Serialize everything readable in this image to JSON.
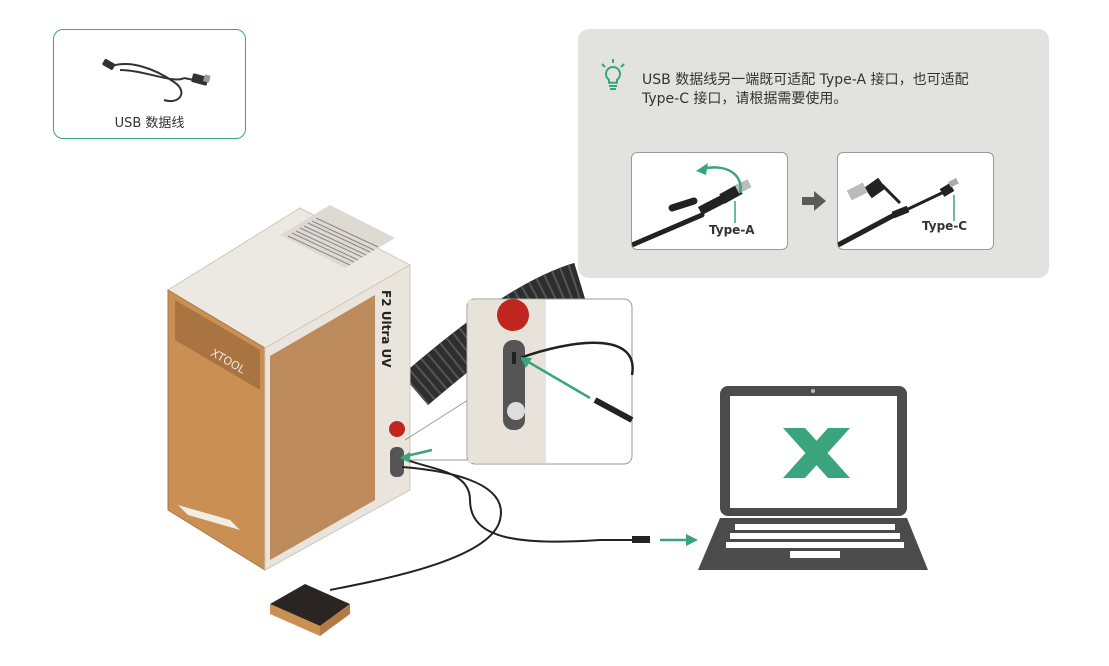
{
  "accessory": {
    "caption": "USB 数据线",
    "icon": "usb-cable-icon"
  },
  "tip": {
    "icon": "lightbulb-icon",
    "text_line1": "USB 数据线另一端既可适配 Type-A 接口，也可适配",
    "text_line2": "Type-C 接口，请根据需要使用。",
    "panel_a_label": "Type-A",
    "panel_c_label": "Type-C"
  },
  "device": {
    "brand_mark": "XTOOL",
    "model_mark": "F2 Ultra UV"
  },
  "laptop": {
    "logo": "xtool-x-logo"
  },
  "colors": {
    "accent_green": "#3aa57d",
    "tip_background": "#e2e2e1",
    "laptop_dark": "#4b4b4b"
  }
}
